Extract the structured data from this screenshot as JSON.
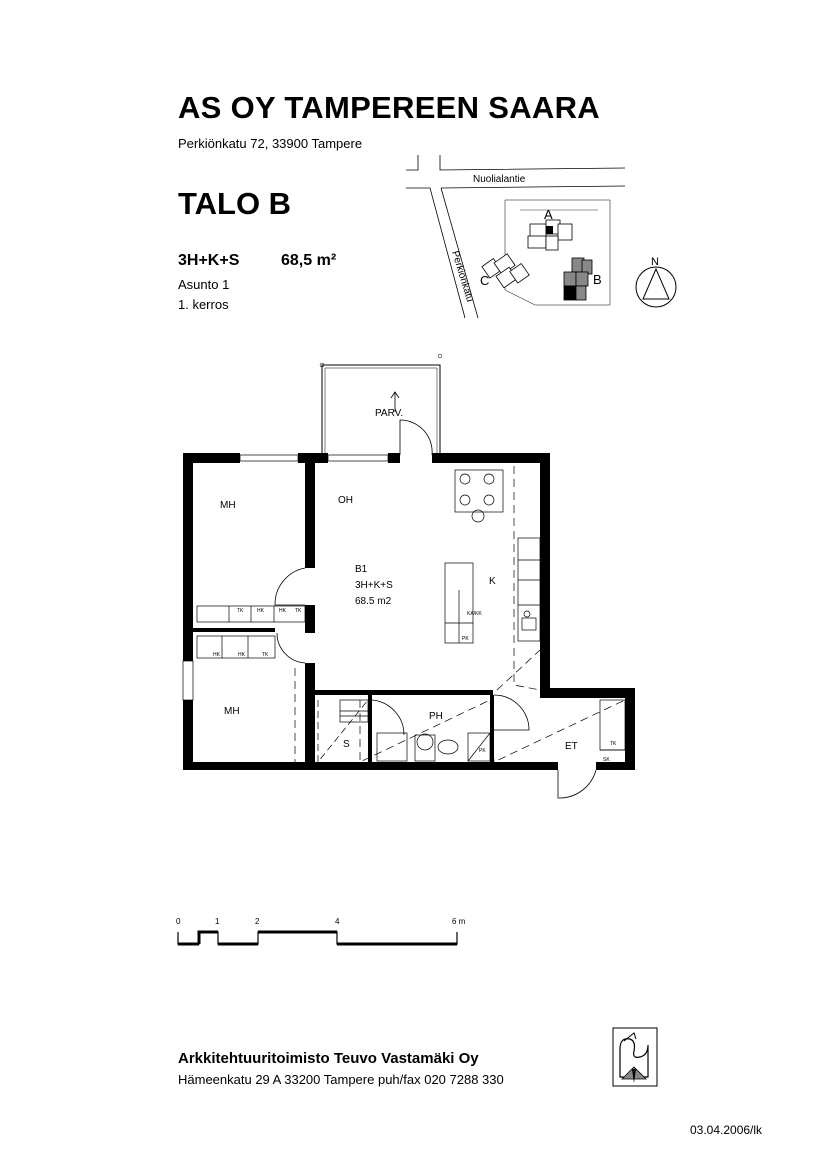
{
  "header": {
    "title": "AS OY TAMPEREEN SAARA",
    "address": "Perkiönkatu 72, 33900 Tampere",
    "house": "TALO B",
    "apartment_type": "3H+K+S",
    "area": "68,5 m²",
    "apartment": "Asunto 1",
    "floor": "1. kerros"
  },
  "site_map": {
    "street_north": "Nuolialantie",
    "street_west": "Perkiönkatu",
    "building_a": "A",
    "building_b": "B",
    "building_c": "C",
    "north": "N"
  },
  "floor_plan": {
    "balcony": "PARV.",
    "living": "OH",
    "bedroom_1": "MH",
    "bedroom_2": "MH",
    "kitchen": "K",
    "unit_code": "B1",
    "unit_type": "3H+K+S",
    "unit_area": "68.5 m2",
    "bathroom": "PH",
    "sauna": "S",
    "entry": "ET",
    "closet_labels_1": [
      "TK",
      "HK",
      "HK",
      "TK"
    ],
    "closet_labels_2": [
      "HK",
      "HK",
      "TK"
    ],
    "kitchen_labels": [
      "PK",
      "KA/KK"
    ],
    "bath_labels": [
      "PK"
    ],
    "entry_labels": [
      "TK",
      "SK"
    ]
  },
  "scale_bar": {
    "ticks": [
      "0",
      "1",
      "2",
      "4",
      "6 m"
    ]
  },
  "footer": {
    "office": "Arkkitehtuuritoimisto Teuvo Vastamäki Oy",
    "office_address": "Hämeenkatu 29 A   33200 Tampere   puh/fax 020 7288 330",
    "date": "03.04.2006/lk"
  }
}
